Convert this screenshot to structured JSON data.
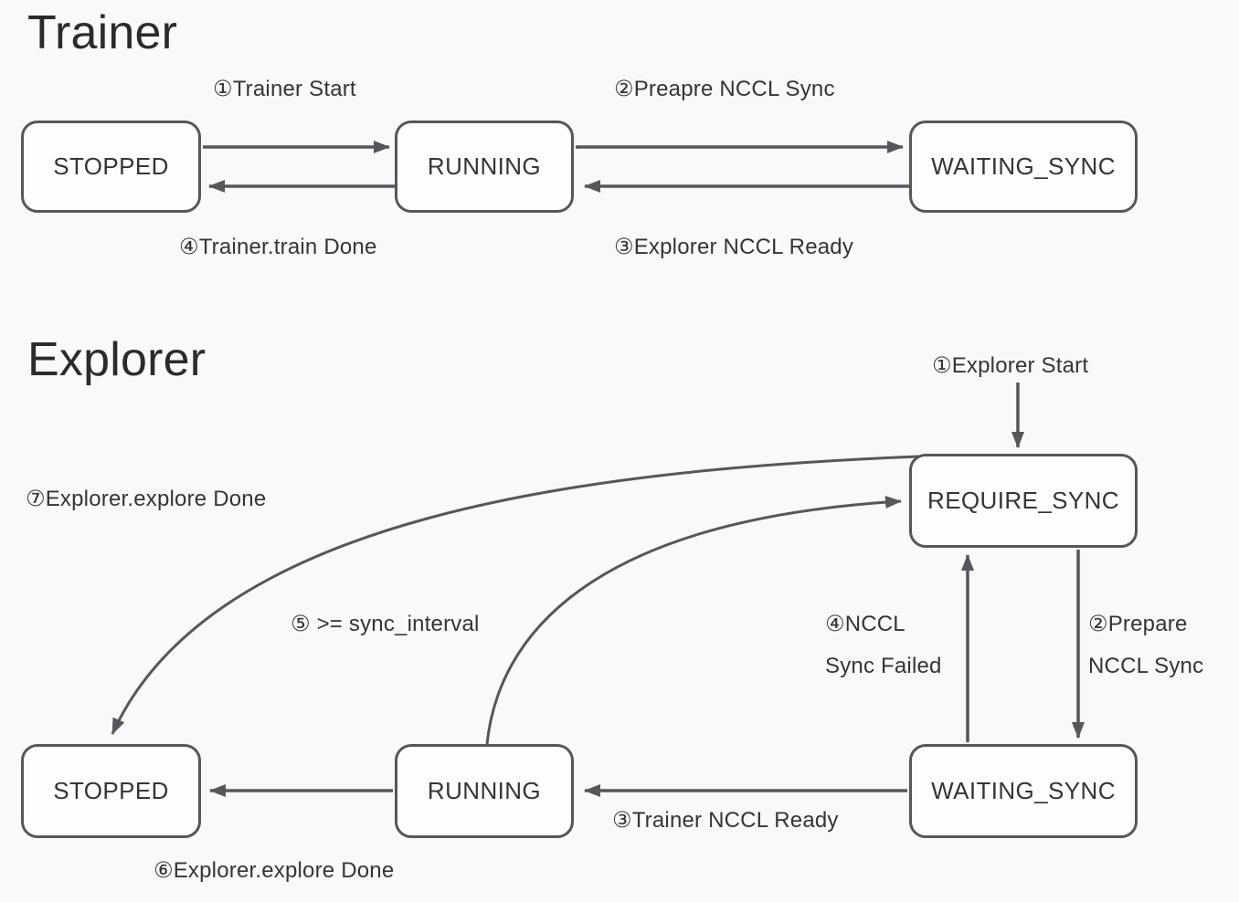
{
  "trainer": {
    "title": "Trainer",
    "states": [
      {
        "id": "stopped",
        "label": "STOPPED"
      },
      {
        "id": "running",
        "label": "RUNNING"
      },
      {
        "id": "waiting_sync",
        "label": "WAITING_SYNC"
      }
    ],
    "transitions": {
      "start": "①Trainer Start",
      "prepare_nccl_sync": "②Preapre NCCL Sync",
      "explorer_nccl_ready": "③Explorer NCCL Ready",
      "train_done": "④Trainer.train Done"
    }
  },
  "explorer": {
    "title": "Explorer",
    "states": [
      {
        "id": "require_sync",
        "label": "REQUIRE_SYNC"
      },
      {
        "id": "waiting_sync",
        "label": "WAITING_SYNC"
      },
      {
        "id": "running",
        "label": "RUNNING"
      },
      {
        "id": "stopped",
        "label": "STOPPED"
      }
    ],
    "transitions": {
      "start": "①Explorer Start",
      "prepare_line1": "②Prepare",
      "prepare_line2": "NCCL Sync",
      "trainer_nccl_ready": "③Trainer NCCL Ready",
      "sync_failed_line1": "④NCCL",
      "sync_failed_line2": "Sync Failed",
      "sync_interval": "⑤ >= sync_interval",
      "explore_done_6": "⑥Explorer.explore Done",
      "explore_done_7": "⑦Explorer.explore Done"
    }
  },
  "colors": {
    "background": "#f9f9fa",
    "node_fill": "#fdfdfe",
    "stroke": "#56575a",
    "text": "#353538",
    "title": "#2b2b2d"
  }
}
